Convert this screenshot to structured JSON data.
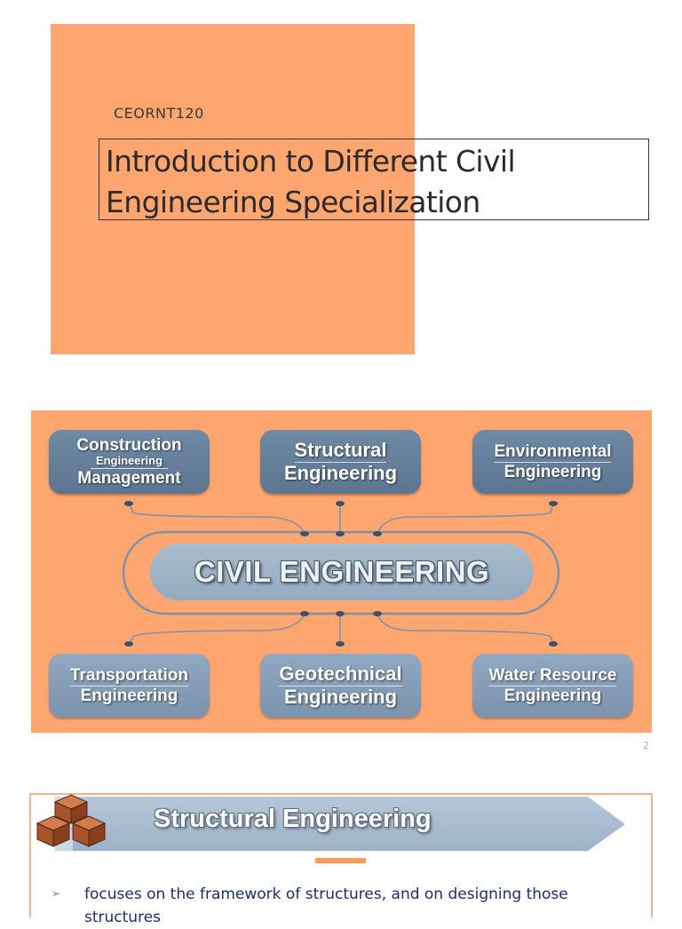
{
  "slide1": {
    "course_code": "CEORNT120",
    "title_line1": "Introduction to Different Civil",
    "title_line2": "Engineering Specialization"
  },
  "diagram": {
    "center_label": "CIVIL ENGINEERING",
    "nodes": {
      "construction": {
        "line1": "Construction",
        "line2": "Engineering",
        "line3": "Management"
      },
      "structural": {
        "line1": "Structural",
        "line2": "Engineering"
      },
      "environmental": {
        "line1": "Environmental",
        "line2": "Engineering"
      },
      "transportation": {
        "line1": "Transportation",
        "line2": "Engineering"
      },
      "geotechnical": {
        "line1": "Geotechnical",
        "line2": "Engineering"
      },
      "water": {
        "line1": "Water Resource",
        "line2": "Engineering"
      }
    },
    "page_number": "2",
    "colors": {
      "background": "#ffa56f",
      "node": "#6f8aa5",
      "center": "#a9bccd"
    }
  },
  "slide3": {
    "heading": "Structural Engineering",
    "bullet": "focuses on the framework of structures, and on designing those structures"
  }
}
